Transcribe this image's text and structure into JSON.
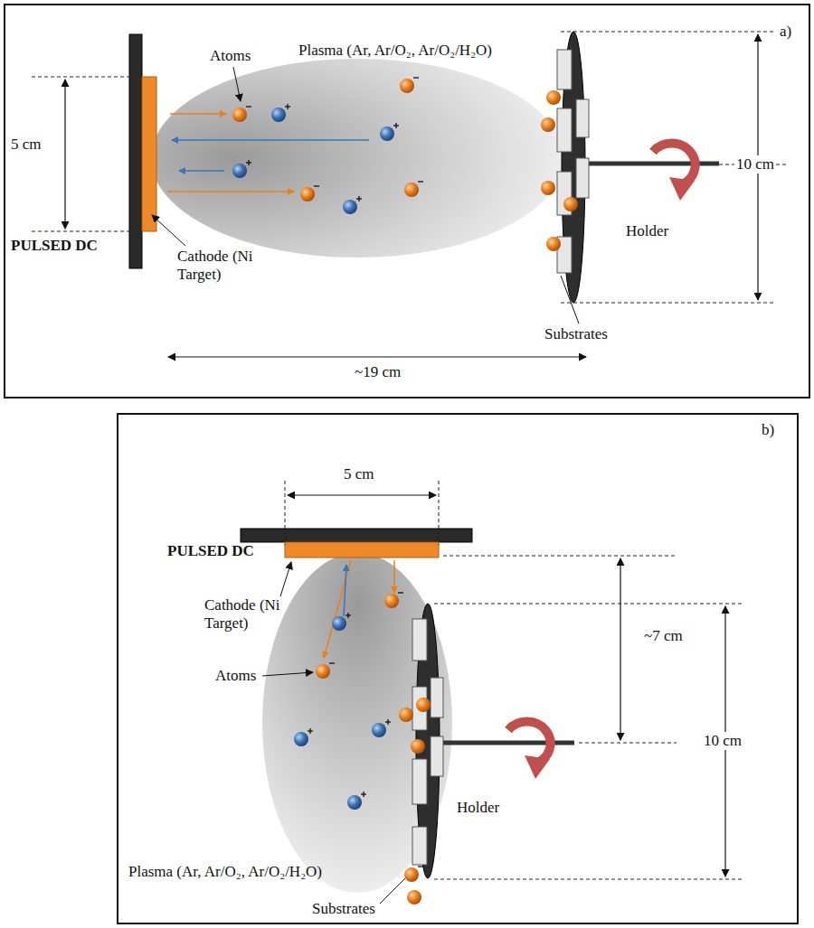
{
  "diagram": {
    "labels": [
      "a)",
      "Atoms",
      "Plasma (Ar, Ar/O₂, Ar/O₂/H₂O)",
      "5 cm",
      "PULSED DC",
      "Cathode (Ni Target)",
      "10 cm",
      "Holder",
      "Substrates",
      "~19 cm",
      "b)",
      "5 cm",
      "PULSED DC",
      "Cathode (Ni Target)",
      "~7 cm",
      "Atoms",
      "10 cm",
      "Holder",
      "Plasma (Ar, Ar/O₂, Ar/O₂/H₂O)",
      "Substrates"
    ]
  }
}
